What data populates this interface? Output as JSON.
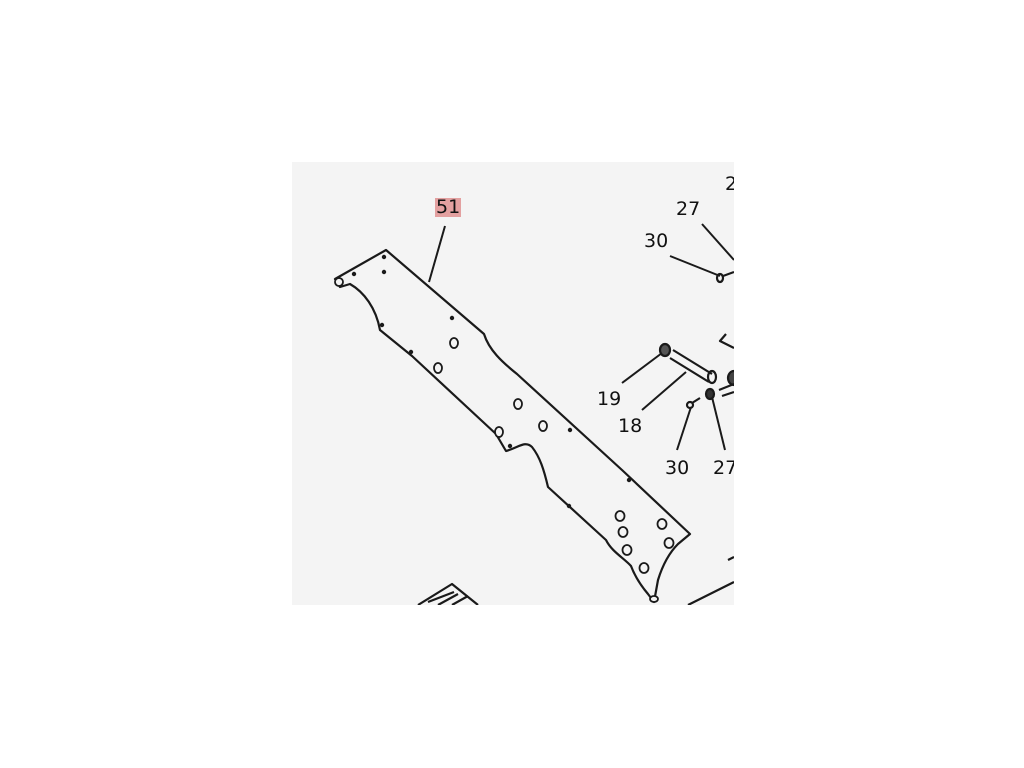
{
  "diagram": {
    "highlight_color": "#e3a0a0",
    "callouts": {
      "c51": "51",
      "c2_top": "2",
      "c27_top": "27",
      "c30_top": "30",
      "c19": "19",
      "c18": "18",
      "c30_bottom": "30",
      "c27_bottom": "27"
    }
  }
}
